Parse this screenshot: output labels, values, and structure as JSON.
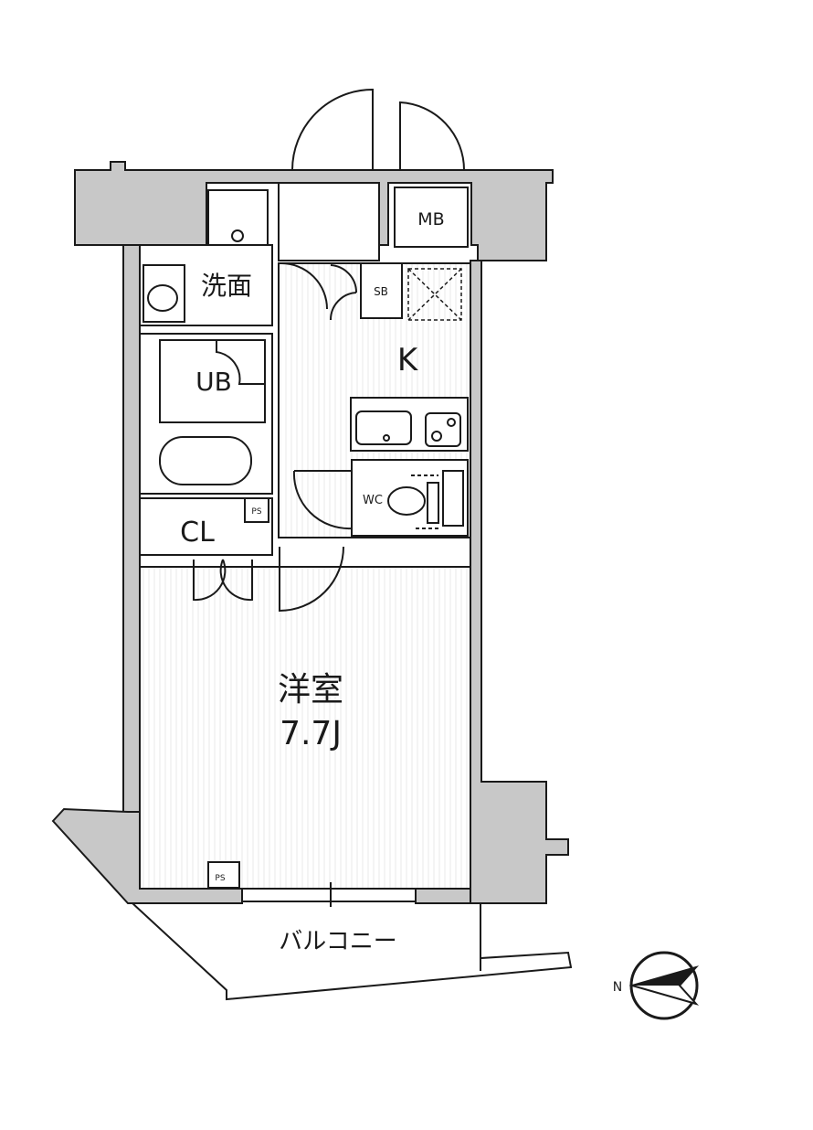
{
  "rooms": {
    "senmen": "洗面",
    "ub": "UB",
    "k": "K",
    "wc": "WC",
    "cl": "CL",
    "western_room": "洋室",
    "western_room_size": "7.7J",
    "balcony": "バルコニー"
  },
  "small_labels": {
    "mb": "MB",
    "sb": "SB",
    "ps": "PS"
  },
  "compass": {
    "north_label": "N"
  },
  "colors": {
    "wall": "#c8c8c8",
    "line": "#1a1a1a",
    "floor_stripe": "#e9e9e9"
  }
}
